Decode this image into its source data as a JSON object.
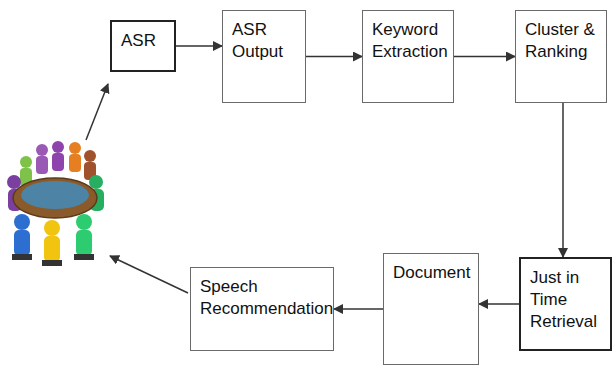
{
  "diagram": {
    "nodes": [
      {
        "text": [
          "ASR"
        ]
      },
      {
        "text": [
          "ASR Output"
        ]
      },
      {
        "text": [
          "Keyword Extraction"
        ]
      },
      {
        "text": [
          "Cluster & Ranking"
        ]
      },
      {
        "text": [
          "Just in Time Retrieval"
        ]
      },
      {
        "text": [
          "Document"
        ]
      },
      {
        "text": [
          "Speech Recommendation"
        ]
      }
    ],
    "edges": [
      {
        "from": 0,
        "to": 1,
        "arrow": "to"
      },
      {
        "from": 1,
        "to": 2,
        "arrow": "to"
      },
      {
        "from": 2,
        "to": 3,
        "arrow": "to"
      },
      {
        "from": 3,
        "to": 4,
        "arrow": "to"
      },
      {
        "from": 4,
        "to": 5,
        "arrow": "to"
      },
      {
        "from": 5,
        "to": 6,
        "arrow": "to"
      }
    ]
  }
}
